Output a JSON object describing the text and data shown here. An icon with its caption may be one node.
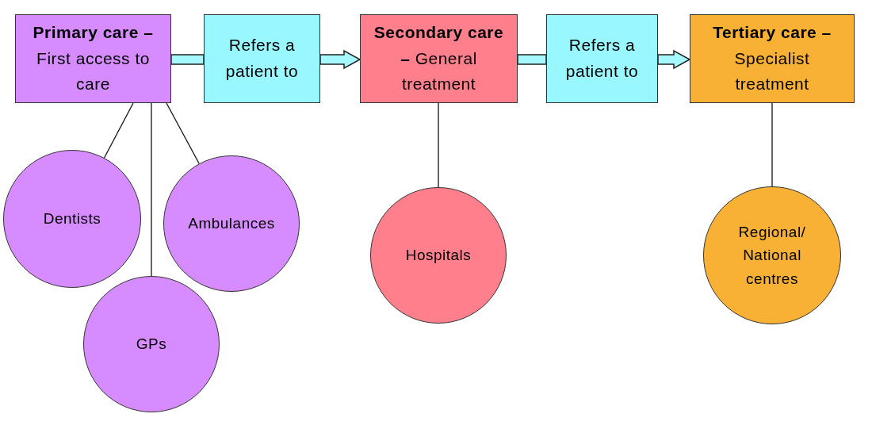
{
  "diagram": {
    "nodes": [
      {
        "text": [
          "**Primary care –** First access to care"
        ]
      },
      {
        "text": [
          "Refers a patient to"
        ]
      },
      {
        "text": [
          "**Secondary care –** General treatment"
        ]
      },
      {
        "text": [
          "Refers a patient to"
        ]
      },
      {
        "text": [
          "**Tertiary care –** Specialist treatment"
        ]
      },
      {
        "text": [
          "Dentists"
        ]
      },
      {
        "text": [
          "Ambulances"
        ]
      },
      {
        "text": [
          "GPs"
        ]
      },
      {
        "text": [
          "Hospitals"
        ]
      },
      {
        "text": [
          "Regional/ National centres"
        ]
      }
    ],
    "edges": [
      {
        "from": 0,
        "to": 1,
        "arrow": "none",
        "style": "thick",
        "color": "#a6f8ff"
      },
      {
        "from": 1,
        "to": 2,
        "arrow": "to",
        "style": "thick",
        "color": "#a6f8ff"
      },
      {
        "from": 2,
        "to": 3,
        "arrow": "none",
        "style": "thick",
        "color": "#a6f8ff"
      },
      {
        "from": 3,
        "to": 4,
        "arrow": "to",
        "style": "thick",
        "color": "#a6f8ff"
      },
      {
        "from": 0,
        "to": 5,
        "arrow": "none"
      },
      {
        "from": 0,
        "to": 7,
        "arrow": "none"
      },
      {
        "from": 0,
        "to": 6,
        "arrow": "none"
      },
      {
        "from": 2,
        "to": 8,
        "arrow": "none"
      },
      {
        "from": 4,
        "to": 9,
        "arrow": "none"
      }
    ]
  }
}
